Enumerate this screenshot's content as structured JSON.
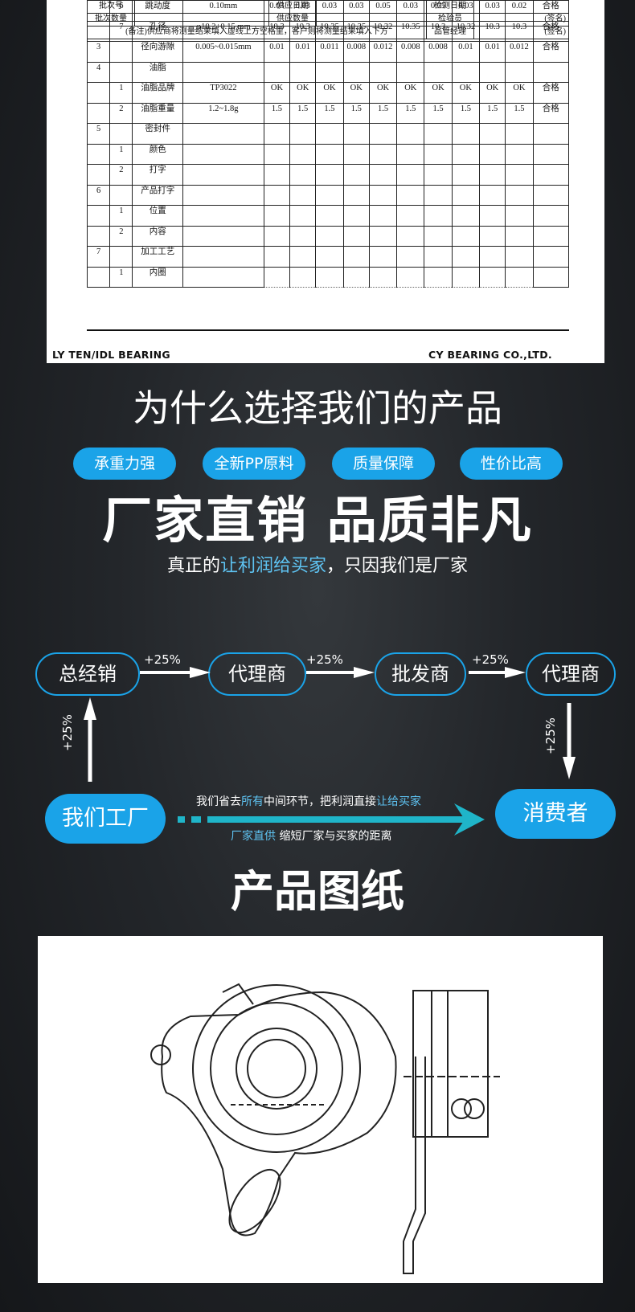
{
  "sheet": {
    "rows": [
      {
        "no": "",
        "sub": "6",
        "item": "跳动度",
        "spec": "0.10mm",
        "vals": [
          "0.03",
          "0.03",
          "0.03",
          "0.03",
          "0.05",
          "0.03",
          "0.05",
          "0.03",
          "0.03",
          "0.02"
        ],
        "result": "合格"
      },
      {
        "no": "",
        "sub": "7",
        "item": "孔径",
        "spec": "φ10.2+0.15 mm",
        "vals": [
          "10.3",
          "10.3",
          "10.35",
          "10.35",
          "10.32",
          "10.35",
          "10.3",
          "10.32",
          "10.3",
          "10.3"
        ],
        "result": "合格"
      },
      {
        "no": "3",
        "sub": "",
        "item": "径向游隙",
        "spec": "0.005~0.015mm",
        "vals": [
          "0.01",
          "0.01",
          "0.011",
          "0.008",
          "0.012",
          "0.008",
          "0.008",
          "0.01",
          "0.01",
          "0.012"
        ],
        "result": "合格"
      },
      {
        "no": "4",
        "sub": "",
        "item": "油脂",
        "spec": "",
        "vals": [
          "",
          "",
          "",
          "",
          "",
          "",
          "",
          "",
          "",
          ""
        ],
        "result": ""
      },
      {
        "no": "",
        "sub": "1",
        "item": "油脂品牌",
        "spec": "TP3022",
        "vals": [
          "OK",
          "OK",
          "OK",
          "OK",
          "OK",
          "OK",
          "OK",
          "OK",
          "OK",
          "OK"
        ],
        "result": "合格"
      },
      {
        "no": "",
        "sub": "2",
        "item": "油脂重量",
        "spec": "1.2~1.8g",
        "vals": [
          "1.5",
          "1.5",
          "1.5",
          "1.5",
          "1.5",
          "1.5",
          "1.5",
          "1.5",
          "1.5",
          "1.5"
        ],
        "result": "合格"
      },
      {
        "no": "5",
        "sub": "",
        "item": "密封件",
        "spec": "",
        "vals": [
          "",
          "",
          "",
          "",
          "",
          "",
          "",
          "",
          "",
          ""
        ],
        "result": ""
      },
      {
        "no": "",
        "sub": "1",
        "item": "颜色",
        "spec": "",
        "vals": [
          "",
          "",
          "",
          "",
          "",
          "",
          "",
          "",
          "",
          ""
        ],
        "result": ""
      },
      {
        "no": "",
        "sub": "2",
        "item": "打字",
        "spec": "",
        "vals": [
          "",
          "",
          "",
          "",
          "",
          "",
          "",
          "",
          "",
          ""
        ],
        "result": ""
      },
      {
        "no": "6",
        "sub": "",
        "item": "产品打字",
        "spec": "",
        "vals": [
          "",
          "",
          "",
          "",
          "",
          "",
          "",
          "",
          "",
          ""
        ],
        "result": ""
      },
      {
        "no": "",
        "sub": "1",
        "item": "位置",
        "spec": "",
        "vals": [
          "",
          "",
          "",
          "",
          "",
          "",
          "",
          "",
          "",
          ""
        ],
        "result": ""
      },
      {
        "no": "",
        "sub": "2",
        "item": "内容",
        "spec": "",
        "vals": [
          "",
          "",
          "",
          "",
          "",
          "",
          "",
          "",
          "",
          ""
        ],
        "result": ""
      },
      {
        "no": "7",
        "sub": "",
        "item": "加工工艺",
        "spec": "",
        "vals": [
          "",
          "",
          "",
          "",
          "",
          "",
          "",
          "",
          "",
          ""
        ],
        "result": ""
      },
      {
        "no": "",
        "sub": "1",
        "item": "内圈",
        "spec": "",
        "vals": [
          "",
          "",
          "",
          "",
          "",
          "",
          "",
          "",
          "",
          ""
        ],
        "result": ""
      }
    ],
    "footer": {
      "batch_no": "批次号",
      "supply_date": "供应日期",
      "inspect_date": "检测日期",
      "batch_qty": "批次数量",
      "supply_qty": "供应数量",
      "inspector": "检验员",
      "sign1": "(签名)",
      "note": "(备注)供应商将测量结果填入虚线上方空格里，客户则将测量结果填入下方",
      "qc_manager": "品管经理",
      "sign2": "(签名)"
    },
    "left_brand": "LY TEN/IDL BEARING",
    "right_brand": "CY BEARING CO.,LTD."
  },
  "why": {
    "title": "为什么选择我们的产品",
    "pills": [
      "承重力强",
      "全新PP原料",
      "质量保障",
      "性价比高"
    ],
    "slogan": "厂家直销 品质非凡",
    "tag_prefix": "真正的",
    "tag_highlight": "让利润给买家",
    "tag_suffix": "，只因我们是厂家"
  },
  "flow": {
    "nodes": [
      "总经销",
      "代理商",
      "批发商",
      "代理商"
    ],
    "markup": "+25%",
    "factory": "我们工厂",
    "consumer": "消费者",
    "line1_a": "我们省去",
    "line1_b": "所有",
    "line1_c": "中间环节，把利润直接",
    "line1_d": "让给买家",
    "line2_a": "厂家直供",
    "line2_b": " 缩短厂家与买家的距离"
  },
  "drawing_section": {
    "title": "产品图纸"
  }
}
